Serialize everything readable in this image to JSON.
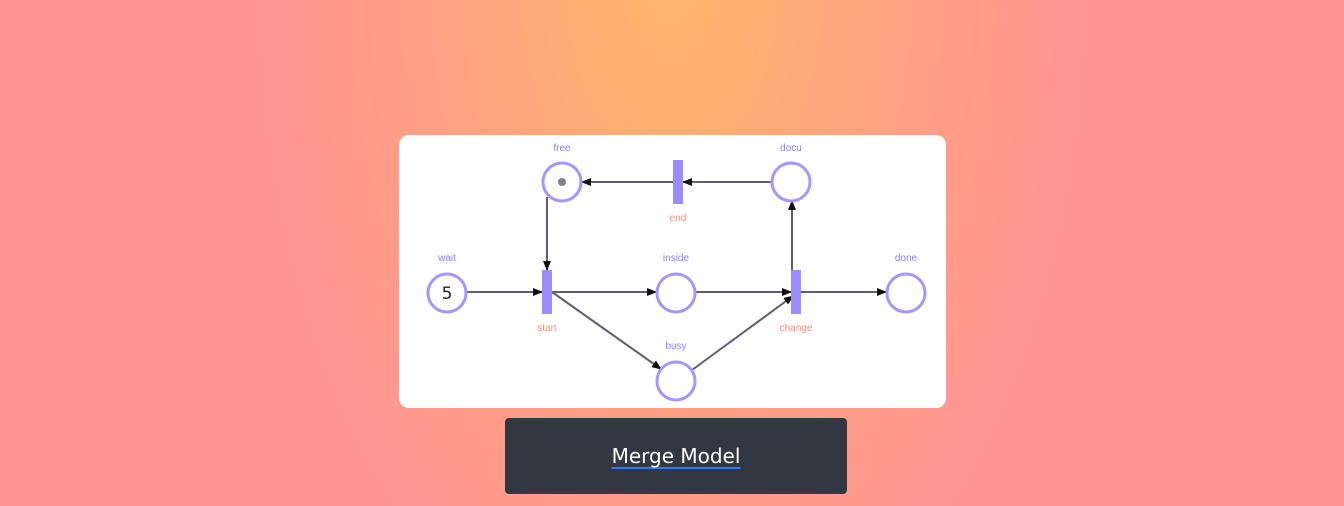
{
  "diagram": {
    "places": {
      "free": {
        "label": "free",
        "tokens": 1
      },
      "docu": {
        "label": "docu",
        "tokens": 0
      },
      "wait": {
        "label": "wait",
        "tokens": 5,
        "token_text": "5"
      },
      "inside": {
        "label": "inside",
        "tokens": 0
      },
      "busy": {
        "label": "busy",
        "tokens": 0
      },
      "done": {
        "label": "done",
        "tokens": 0
      }
    },
    "transitions": {
      "end": {
        "label": "end"
      },
      "start": {
        "label": "start"
      },
      "change": {
        "label": "change"
      }
    },
    "arcs": [
      {
        "from": "docu",
        "to": "end"
      },
      {
        "from": "end",
        "to": "free"
      },
      {
        "from": "free",
        "to": "start"
      },
      {
        "from": "wait",
        "to": "start"
      },
      {
        "from": "start",
        "to": "inside"
      },
      {
        "from": "start",
        "to": "busy"
      },
      {
        "from": "inside",
        "to": "change"
      },
      {
        "from": "busy",
        "to": "change"
      },
      {
        "from": "change",
        "to": "done"
      },
      {
        "from": "change",
        "to": "docu"
      }
    ],
    "colors": {
      "place_stroke": "#a894ff",
      "transition_fill": "#9b8cff",
      "place_label": "#8c7cff",
      "transition_label": "#ff8a73",
      "arc": "#5e5d78"
    }
  },
  "merge_button": {
    "label": "Merge Model"
  }
}
